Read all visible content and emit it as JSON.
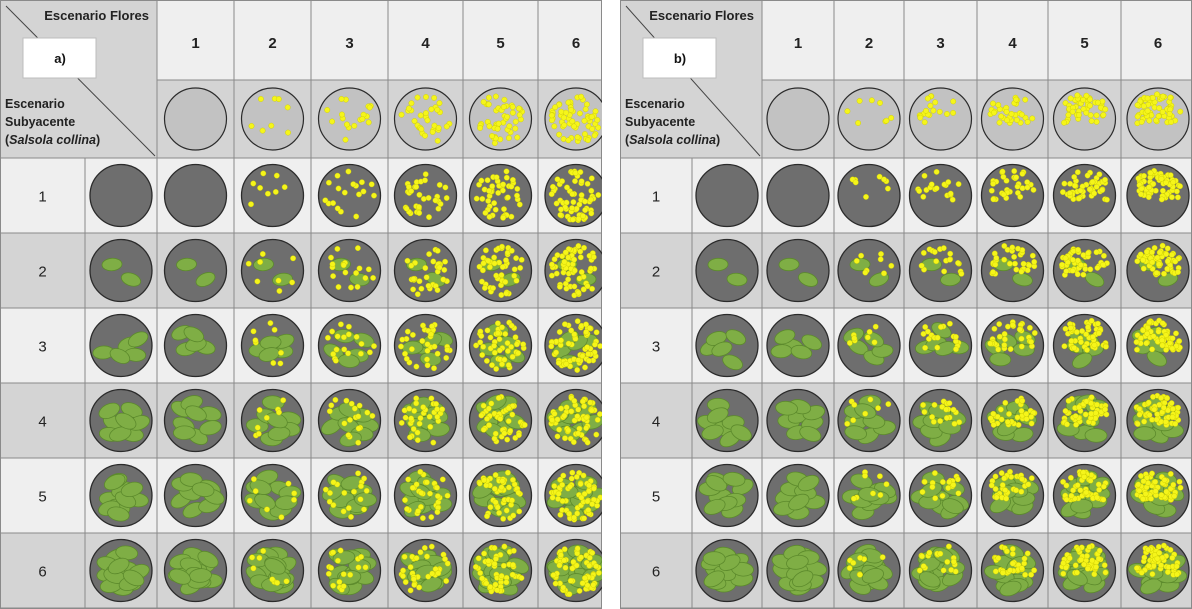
{
  "panels": [
    {
      "id": "a",
      "label": "a)",
      "header_flowers": "Escenario Flores",
      "header_under_line1": "Escenario",
      "header_under_line2": "Subyacente",
      "header_under_line3_open": "(",
      "header_under_species": "Salsola collina",
      "header_under_line3_close": ")",
      "flower_arrangement": "scattered",
      "col_labels": [
        "1",
        "2",
        "3",
        "4",
        "5",
        "6"
      ],
      "row_labels": [
        "1",
        "2",
        "3",
        "4",
        "5",
        "6"
      ]
    },
    {
      "id": "b",
      "label": "b)",
      "header_flowers": "Escenario Flores",
      "header_under_line1": "Escenario",
      "header_under_line2": "Subyacente",
      "header_under_line3_open": "(",
      "header_under_species": "Salsola collina",
      "header_under_line3_close": ")",
      "flower_arrangement": "clustered-top",
      "col_labels": [
        "1",
        "2",
        "3",
        "4",
        "5",
        "6"
      ],
      "row_labels": [
        "1",
        "2",
        "3",
        "4",
        "5",
        "6"
      ]
    }
  ],
  "flower_counts": [
    0,
    8,
    18,
    32,
    48,
    62
  ],
  "plant_counts": [
    0,
    2,
    5,
    8,
    10,
    14
  ],
  "colors": {
    "cell_light": "#efefef",
    "cell_dark": "#d4d4d4",
    "grid_line": "#8a8a8a",
    "circle_header": "#c2c2c2",
    "circle_body": "#6e6e6e",
    "circle_stroke": "#2b2b2b",
    "flower": "#f5f51a",
    "leaf": "#7fae45",
    "leaf_stroke": "#5c8a2c"
  }
}
